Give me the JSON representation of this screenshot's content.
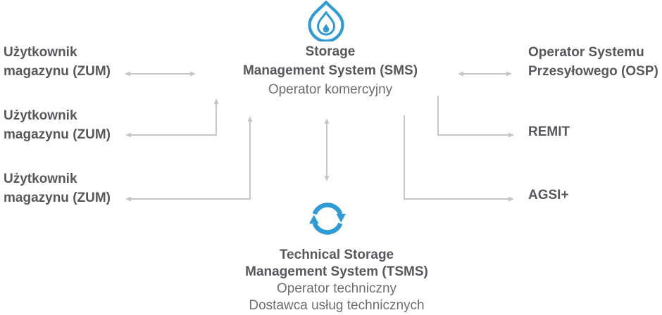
{
  "colors": {
    "accent_blue": "#2e9bd6",
    "text_dark": "#57585b",
    "text_gray": "#6c6d70",
    "arrow_gray": "#c6c6c6"
  },
  "sms": {
    "icon": "gas-flame-icon",
    "title1": "Storage",
    "title2": "Management System (SMS)",
    "subtitle": "Operator komercyjny"
  },
  "tsms": {
    "icon": "sync-arrows-icon",
    "title1": "Technical Storage",
    "title2": "Management System (TSMS)",
    "subtitle1": "Operator techniczny",
    "subtitle2": "Dostawca usług technicznych"
  },
  "left_nodes": [
    {
      "line1": "Użytkownik",
      "line2": "magazynu (ZUM)"
    },
    {
      "line1": "Użytkownik",
      "line2": "magazynu (ZUM)"
    },
    {
      "line1": "Użytkownik",
      "line2": "magazynu (ZUM)"
    }
  ],
  "right_nodes": {
    "osp": {
      "line1": "Operator Systemu",
      "line2": "Przesyłowego (OSP)"
    },
    "remit": {
      "label": "REMIT"
    },
    "agsi": {
      "label": "AGSI+"
    }
  },
  "connections": [
    {
      "from": "ZUM-1",
      "to": "SMS",
      "direction": "both"
    },
    {
      "from": "ZUM-2",
      "to": "SMS",
      "direction": "both"
    },
    {
      "from": "ZUM-3",
      "to": "SMS",
      "direction": "both"
    },
    {
      "from": "SMS",
      "to": "TSMS",
      "direction": "both"
    },
    {
      "from": "SMS",
      "to": "OSP",
      "direction": "both"
    },
    {
      "from": "SMS",
      "to": "REMIT",
      "direction": "to"
    },
    {
      "from": "SMS",
      "to": "AGSI+",
      "direction": "to"
    }
  ]
}
